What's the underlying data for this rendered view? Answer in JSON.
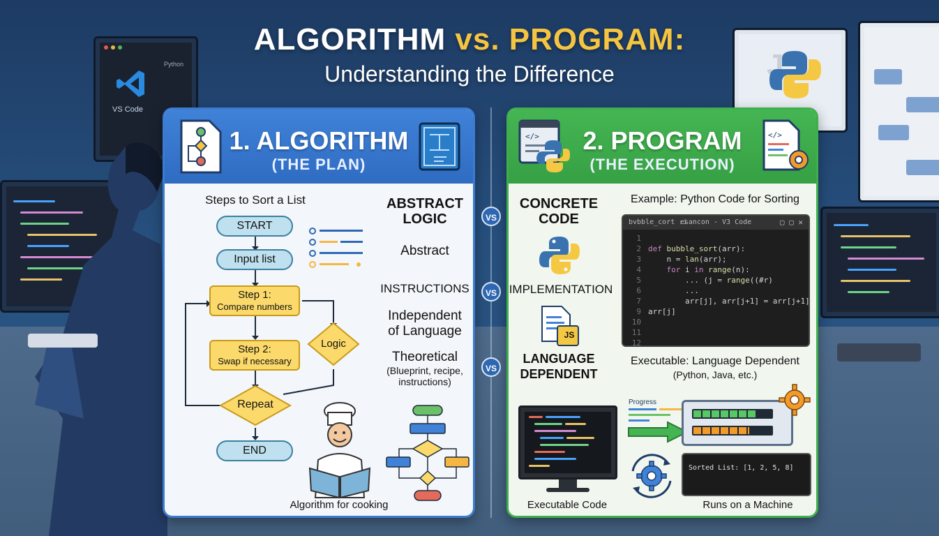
{
  "header": {
    "title_part1": "ALGORITHM",
    "title_part2": "vs. PROGRAM:",
    "subtitle": "Understanding the Difference"
  },
  "background": {
    "editor_tab": "Python",
    "editor_logo": "VS Code"
  },
  "algorithm_panel": {
    "title": "1. ALGORITHM",
    "subtitle": "(THE PLAN)",
    "flowchart_title": "Steps to Sort a List",
    "flowchart": {
      "start": "START",
      "input": "Input list",
      "step1_title": "Step 1:",
      "step1_text": "Compare numbers",
      "logic": "Logic",
      "step2_title": "Step 2:",
      "step2_text": "Swap if necessary",
      "repeat": "Repeat",
      "end": "END"
    },
    "traits": {
      "t1": "ABSTRACT",
      "t1b": "LOGIC",
      "t2": "Abstract",
      "t3": "INSTRUCTIONS",
      "t4a": "Independent",
      "t4b": "of Language",
      "t5": "Theoretical",
      "t5a": "(Blueprint, recipe,",
      "t5b": "instructions)"
    },
    "caption": "Algorithm for cooking"
  },
  "vs_label": "VS",
  "program_panel": {
    "title": "2. PROGRAM",
    "subtitle": "(THE EXECUTION)",
    "traits": {
      "t1a": "CONCRETE",
      "t1b": "CODE",
      "t2": "IMPLEMENTATION",
      "t3a": "LANGUAGE",
      "t3b": "DEPENDENT",
      "js_label": "JS"
    },
    "code_example_title": "Example: Python Code for Sorting",
    "code_window": {
      "tab": "bvbble_cort :i",
      "window_title": "esancon - V3 Code",
      "lines": [
        {
          "n": "1",
          "code": ""
        },
        {
          "n": "2",
          "code": "def bubble_sort(arr):"
        },
        {
          "n": "3",
          "code": "    n = lan(arr);"
        },
        {
          "n": "4",
          "code": "    for i in range(n):"
        },
        {
          "n": "5",
          "code": "        ... (j = range((#r)"
        },
        {
          "n": "6",
          "code": "        ..."
        },
        {
          "n": "7",
          "code": "        arr[j], arr[j+1] = arr[j+1],"
        },
        {
          "n": "9",
          "code": "arr[j]"
        },
        {
          "n": "10",
          "code": ""
        },
        {
          "n": "11",
          "code": ""
        },
        {
          "n": "12",
          "code": ""
        }
      ]
    },
    "executable_title": "Executable: Language Dependent",
    "executable_sub": "(Python, Java, etc.)",
    "progress_label": "Progress",
    "terminal_output": "Sorted List: [1, 2, 5, 8]",
    "caption_left": "Executable Code",
    "caption_right": "Runs on a Machine"
  },
  "colors": {
    "algorithm_blue": "#3b7bd0",
    "program_green": "#3fae4c",
    "title_accent": "#f5c542",
    "flow_box": "#fbd96a",
    "flow_pill": "#bfe0ee"
  }
}
